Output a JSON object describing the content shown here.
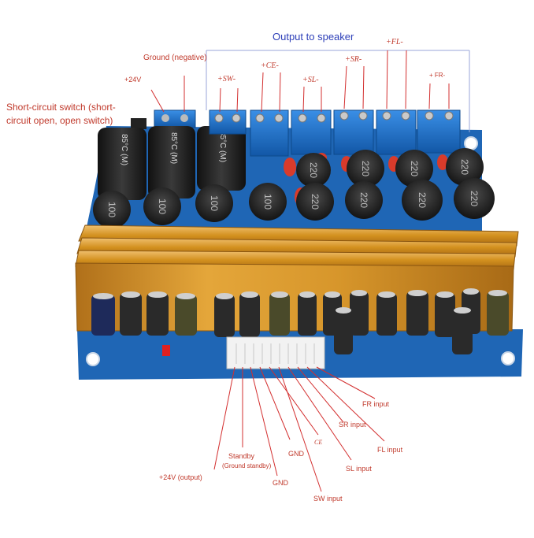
{
  "header": {
    "title": "Output to speaker"
  },
  "labels": {
    "ground_negative": "Ground (negative)",
    "plus_24v": "+24V",
    "short_circuit_switch": "Short-circuit switch (short-circuit open, open switch)"
  },
  "channels": [
    {
      "label": "+SW-"
    },
    {
      "label": "+CE-"
    },
    {
      "label": "+SL-"
    },
    {
      "label": "+SR-"
    },
    {
      "label": "+FL-"
    },
    {
      "label": "+ FR-"
    }
  ],
  "pin_labels": [
    {
      "label": "+24V (output)"
    },
    {
      "label": "Standby",
      "sub": "(Ground standby)"
    },
    {
      "label": "GND"
    },
    {
      "label": "GND"
    },
    {
      "label": "CE"
    },
    {
      "label": "SW input"
    },
    {
      "label": "SL input"
    },
    {
      "label": "SR input"
    },
    {
      "label": "FL input"
    },
    {
      "label": "FR input"
    }
  ],
  "components": {
    "inductor_marking_100": "100",
    "inductor_marking_220": "220",
    "cap_marking": "85°C (M)"
  },
  "colors": {
    "pcb": "#1f66b5",
    "terminal": "#1c74d3",
    "heatsink": "#d99a2a",
    "annotation": "#c0392b",
    "title": "#2c3eb8"
  }
}
